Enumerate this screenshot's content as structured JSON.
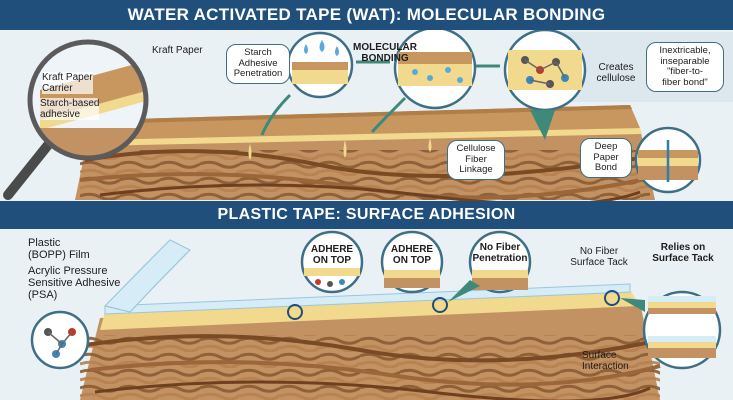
{
  "colors": {
    "banner": "#1f4f7a",
    "kraft_paper": "#b98a57",
    "fiber": "#a86f3f",
    "adhesive": "#f3dfa0",
    "bopp_film": "#d6ecf7",
    "callout_border": "#3d6f86",
    "water_drop": "#5aa9d8"
  },
  "top": {
    "title": "WATER ACTIVATED TAPE (WAT): MOLECULAR BONDING",
    "labels": {
      "kraft_paper": "Kraft Paper",
      "kraft_paper_carrier": "Kraft Paper\nCarrier",
      "starch_adhesive": "Starch-based\nadhesive",
      "starch_penetration": "Starch\nAdhesive\nPenetration",
      "molecular_bonding": "MOLECULAR\nBONDING",
      "creates_cellulose": "Creates\ncellulose",
      "fiber_to_fiber": "Inextricable,\ninseparable\n\"fiber-to-\nfiber bond\"",
      "cellulose_linkage": "Cellulose\nFiber\nLinkage",
      "deep_paper_bond": "Deep\nPaper\nBond"
    }
  },
  "bottom": {
    "title": "PLASTIC TAPE: SURFACE ADHESION",
    "labels": {
      "plastic_film": "Plastic\n(BOPP) Film",
      "psa": "Acrylic Pressure\nSensitive Adhesive\n(PSA)",
      "adhere_on_top_1": "ADHERE\nON TOP",
      "adhere_on_top_2": "ADHERE\nON TOP",
      "no_fiber_penetration": "No Fiber\nPenetration",
      "no_fiber_surface_tack": "No Fiber\nSurface Tack",
      "relies_on_surface_tack": "Relies on\nSurface Tack",
      "surface_interaction": "Surface\nInteraction"
    }
  }
}
